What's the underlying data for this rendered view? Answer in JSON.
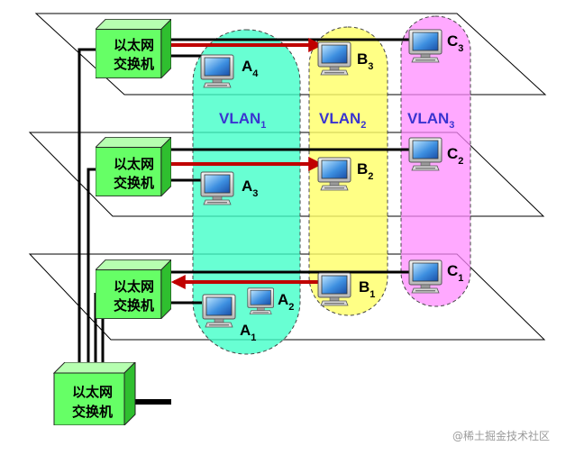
{
  "switch_label_line1": "以太网",
  "switch_label_line2": "交换机",
  "vlans": [
    {
      "name": "VLAN",
      "sub": "1",
      "color": "#3dffc6"
    },
    {
      "name": "VLAN",
      "sub": "2",
      "color": "#ffff66"
    },
    {
      "name": "VLAN",
      "sub": "3",
      "color": "#ff88ff"
    }
  ],
  "stations": {
    "A1": {
      "letter": "A",
      "sub": "1"
    },
    "A2": {
      "letter": "A",
      "sub": "2"
    },
    "A3": {
      "letter": "A",
      "sub": "3"
    },
    "A4": {
      "letter": "A",
      "sub": "4"
    },
    "B1": {
      "letter": "B",
      "sub": "1"
    },
    "B2": {
      "letter": "B",
      "sub": "2"
    },
    "B3": {
      "letter": "B",
      "sub": "3"
    },
    "C1": {
      "letter": "C",
      "sub": "1"
    },
    "C2": {
      "letter": "C",
      "sub": "2"
    },
    "C3": {
      "letter": "C",
      "sub": "3"
    }
  },
  "watermark": "@稀土掘金技术社区",
  "colors": {
    "switch_face": "#66ff66",
    "switch_side": "#33cc33",
    "arrow": "#c00000",
    "cable": "#000000"
  }
}
